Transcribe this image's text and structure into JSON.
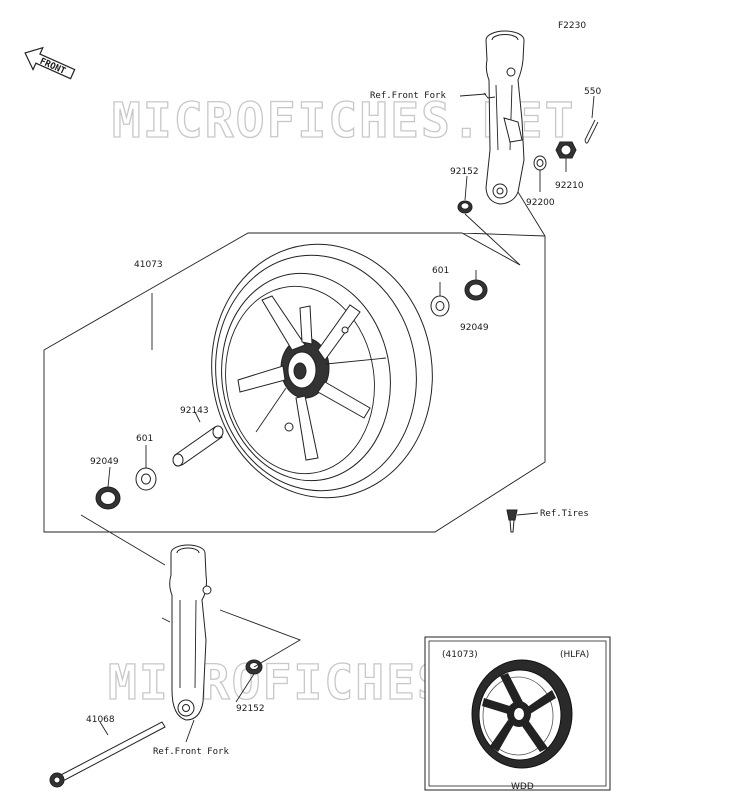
{
  "figure_code": "F2230",
  "front_label": "FRONT",
  "watermark": "MICROFICHES.NET",
  "parts": {
    "p41073": "41073",
    "p601_top": "601",
    "p92049_top": "92049",
    "p92143": "92143",
    "p601_bottom": "601",
    "p92049_bottom": "92049",
    "p92152_top": "92152",
    "p92200": "92200",
    "p92210": "92210",
    "p550": "550",
    "p92152_bottom": "92152",
    "p41068": "41068"
  },
  "refs": {
    "front_fork_top": "Ref.Front Fork",
    "front_fork_bottom": "Ref.Front Fork",
    "tires": "Ref.Tires"
  },
  "inset": {
    "part_label": "(41073)",
    "variant_label": "(HLFA)",
    "caption": "WDD"
  }
}
